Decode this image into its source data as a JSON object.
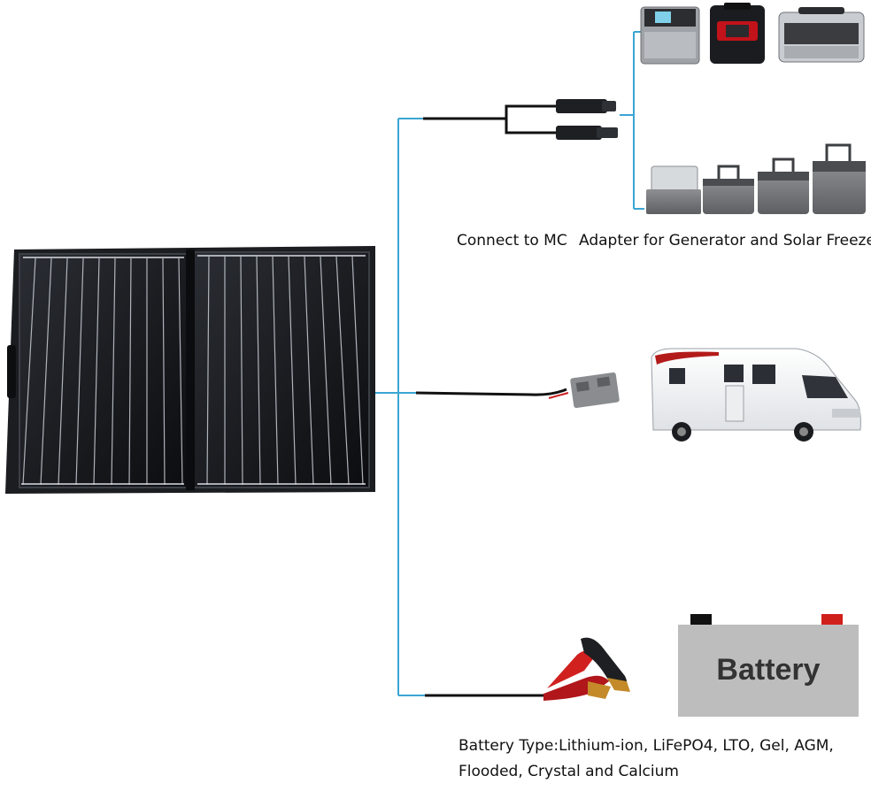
{
  "captions": {
    "connect_mc": "Connect to MC",
    "adapter": "Adapter for Generator and Solar Freezer",
    "battery_types_line1": "Battery Type:Lithium-ion, LiFePO4, LTO, Gel, AGM,",
    "battery_types_line2": "Flooded, Crystal and Calcium"
  },
  "battery": {
    "label": "Battery"
  },
  "colors": {
    "wire_blue": "#3aa5d3",
    "panel": "#16181c",
    "battery_body": "#bdbdbd",
    "terminal_red": "#d0201c",
    "clamp_red": "#c81e1e"
  },
  "icons": [
    "solar-panel-icon",
    "mc4-connector-icon",
    "power-station-icon",
    "solar-freezer-icon",
    "anderson-connector-icon",
    "rv-camper-icon",
    "alligator-clamp-icon",
    "battery-icon"
  ]
}
